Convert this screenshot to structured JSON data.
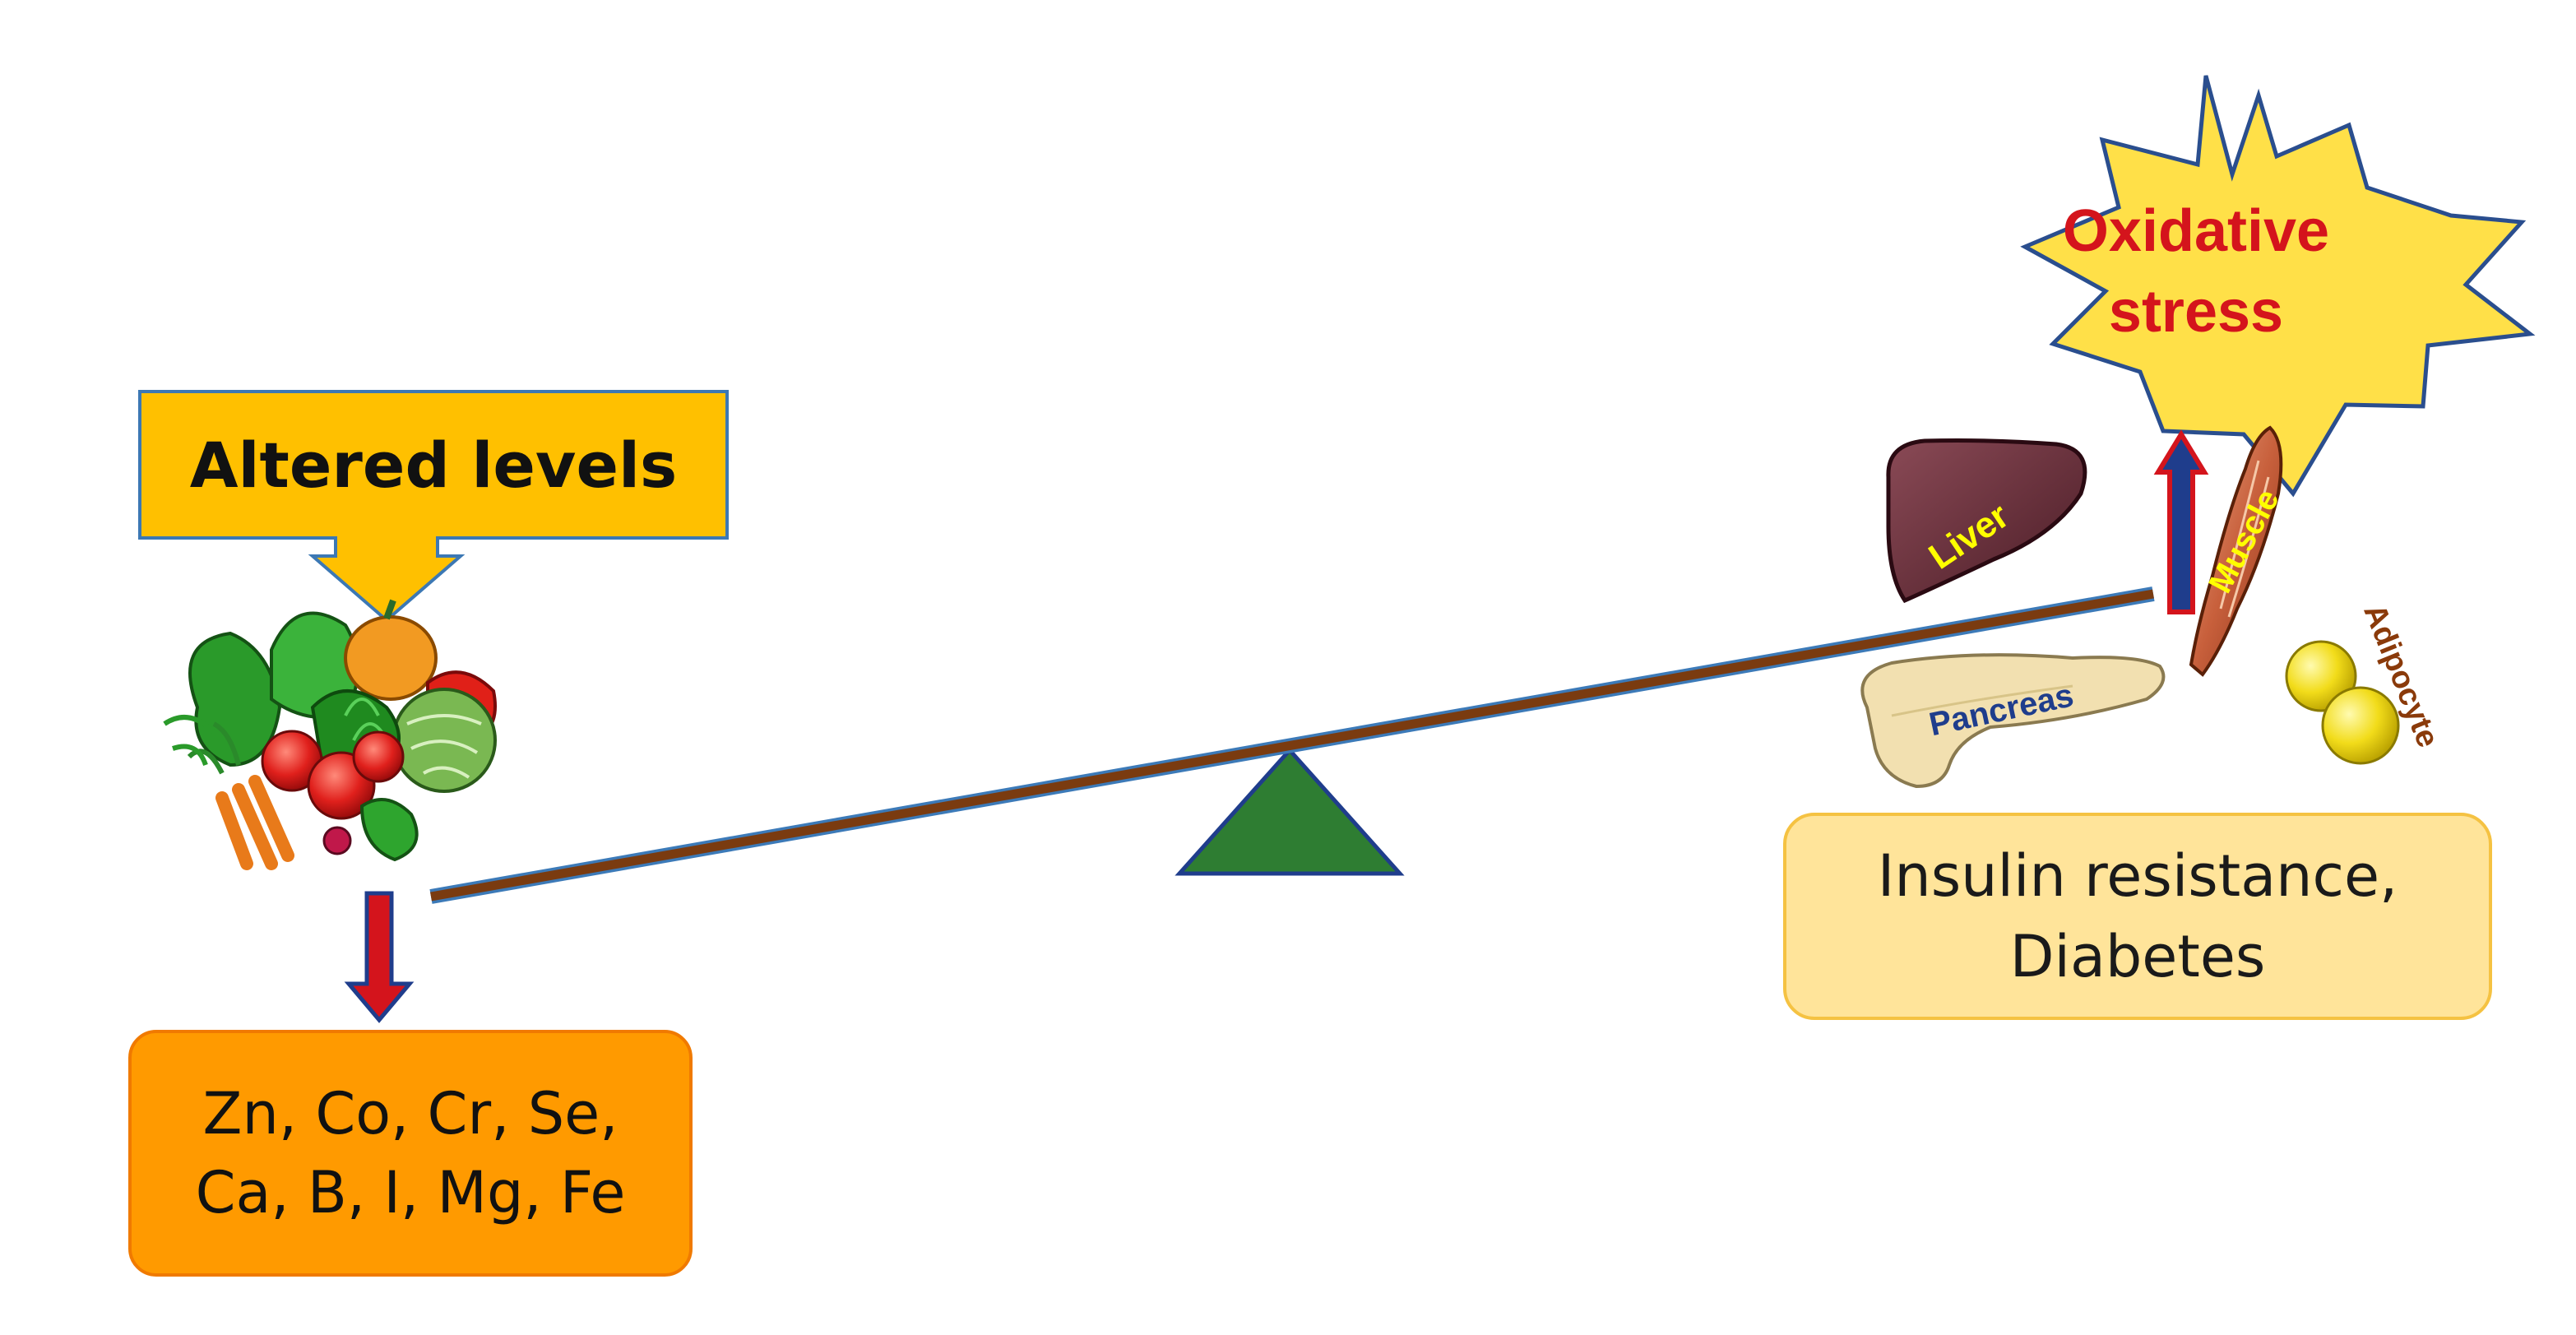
{
  "altered_box": {
    "label": "Altered levels"
  },
  "minerals_box": {
    "line1": "Zn, Co, Cr, Se,",
    "line2": "Ca, B, I, Mg, Fe"
  },
  "outcome_box": {
    "line1": "Insulin resistance,",
    "line2": "Diabetes"
  },
  "burst": {
    "line1": "Oxidative",
    "line2": "stress"
  },
  "organs": {
    "liver": "Liver",
    "muscle": "Muscle",
    "pancreas": "Pancreas",
    "adipocyte": "Adipocyte"
  },
  "colors": {
    "altered_fill": "#ffc000",
    "minerals_fill": "#ff9a00",
    "outcome_fill": "#ffe49a",
    "burst_fill": "#ffe048",
    "burst_text": "#d4141c",
    "fulcrum": "#2e7d32",
    "beam": "#7a3b10",
    "arrow_red": "#d4141c",
    "arrow_blue": "#1f3d8c"
  }
}
